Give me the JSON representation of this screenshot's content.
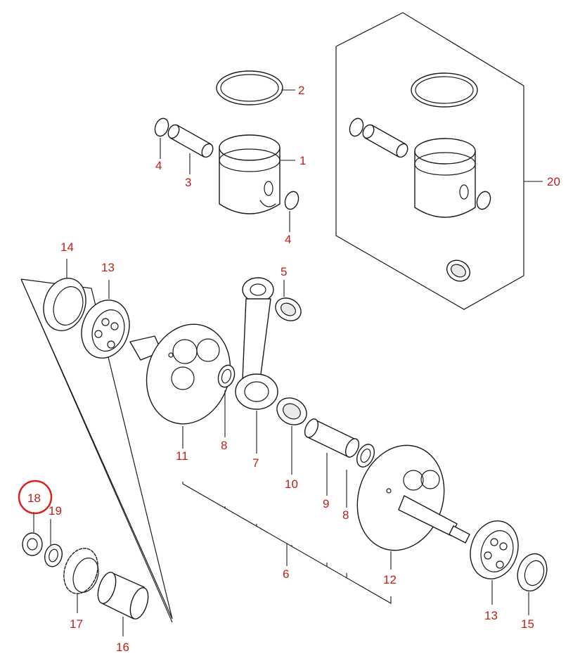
{
  "colors": {
    "callout_text": "#c0201a",
    "highlight_ring": "#d9211c",
    "line_art": "#1a1a1a"
  },
  "callouts": {
    "c1": "1",
    "c2": "2",
    "c3": "3",
    "c4a": "4",
    "c4b": "4",
    "c5": "5",
    "c6": "6",
    "c7": "7",
    "c8a": "8",
    "c8b": "8",
    "c9": "9",
    "c10": "10",
    "c11": "11",
    "c12": "12",
    "c13a": "13",
    "c13b": "13",
    "c14": "14",
    "c15": "15",
    "c16": "16",
    "c17": "17",
    "c18": "18",
    "c19": "19",
    "c20": "20"
  },
  "highlighted_callout": "18"
}
